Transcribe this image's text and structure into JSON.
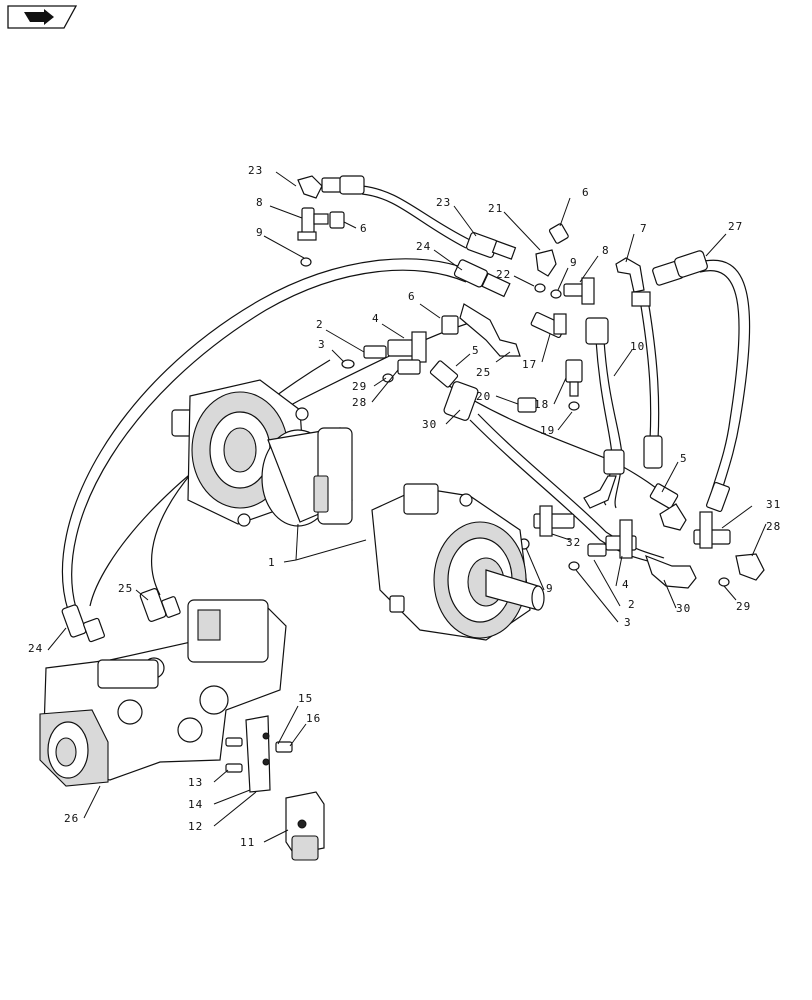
{
  "nav_icon": "back-arrow-icon",
  "callouts": {
    "c1": "1",
    "c2a": "2",
    "c2b": "2",
    "c3a": "3",
    "c3b": "3",
    "c4a": "4",
    "c4b": "4",
    "c5a": "5",
    "c5b": "5",
    "c6a": "6",
    "c6b": "6",
    "c6c": "6",
    "c7": "7",
    "c8a": "8",
    "c8b": "8",
    "c9a": "9",
    "c9b": "9",
    "c9c": "9",
    "c10": "10",
    "c11": "11",
    "c12": "12",
    "c13": "13",
    "c14": "14",
    "c15": "15",
    "c16": "16",
    "c17": "17",
    "c18": "18",
    "c19": "19",
    "c20": "20",
    "c21": "21",
    "c22": "22",
    "c23a": "23",
    "c23b": "23",
    "c24a": "24",
    "c24b": "24",
    "c25a": "25",
    "c25b": "25",
    "c26": "26",
    "c27": "27",
    "c28a": "28",
    "c28b": "28",
    "c29a": "29",
    "c29b": "29",
    "c30a": "30",
    "c30b": "30",
    "c31": "31",
    "c32": "32"
  }
}
